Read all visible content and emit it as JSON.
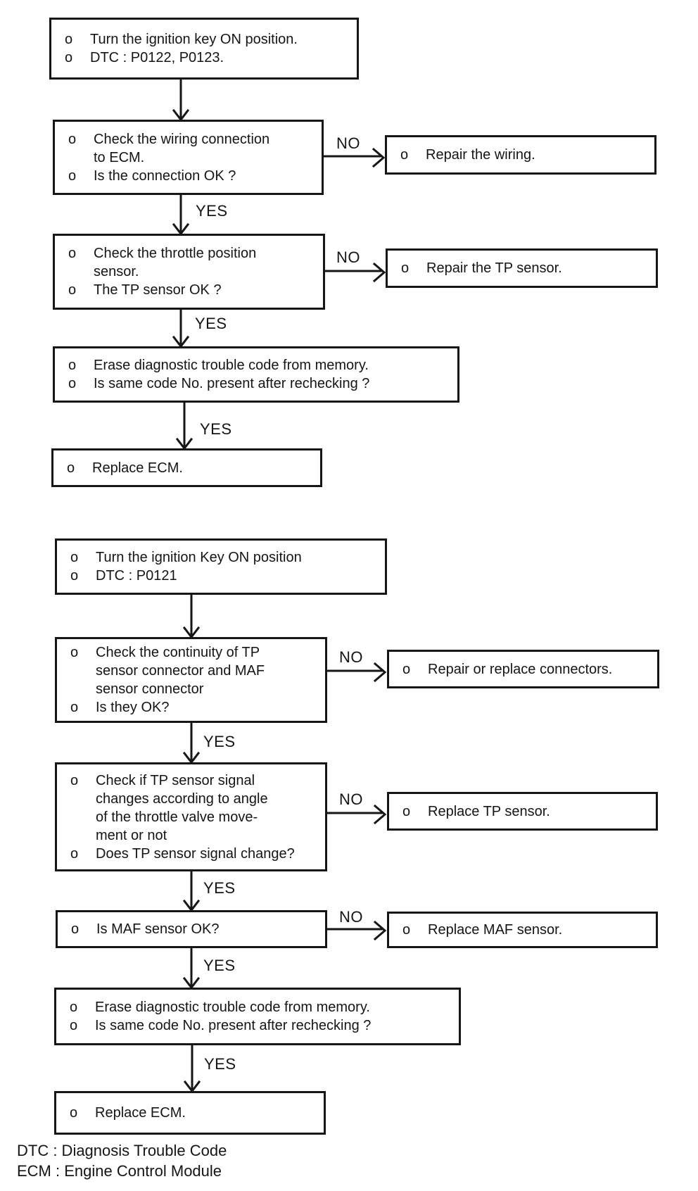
{
  "bullet": "o",
  "labels": {
    "yes": "YES",
    "no": "NO"
  },
  "chart1": {
    "start": {
      "items": [
        {
          "lines": [
            "Turn the ignition key ON position."
          ]
        },
        {
          "lines": [
            "DTC : P0122, P0123."
          ]
        }
      ]
    },
    "check_wiring": {
      "items": [
        {
          "lines": [
            "Check the wiring connection",
            "to ECM."
          ]
        },
        {
          "lines": [
            "Is the connection OK ?"
          ]
        }
      ]
    },
    "repair_wiring": {
      "items": [
        {
          "lines": [
            "Repair the wiring."
          ]
        }
      ]
    },
    "check_tp": {
      "items": [
        {
          "lines": [
            "Check the throttle position",
            "sensor."
          ]
        },
        {
          "lines": [
            "The TP sensor OK ?"
          ]
        }
      ]
    },
    "repair_tp": {
      "items": [
        {
          "lines": [
            "Repair the TP sensor."
          ]
        }
      ]
    },
    "erase": {
      "items": [
        {
          "lines": [
            "Erase diagnostic trouble code from memory."
          ]
        },
        {
          "lines": [
            "Is same code No. present after rechecking ?"
          ]
        }
      ]
    },
    "replace_ecm": {
      "items": [
        {
          "lines": [
            "Replace ECM."
          ]
        }
      ]
    }
  },
  "chart2": {
    "start": {
      "items": [
        {
          "lines": [
            "Turn the ignition Key ON position"
          ]
        },
        {
          "lines": [
            "DTC : P0121"
          ]
        }
      ]
    },
    "continuity": {
      "items": [
        {
          "lines": [
            "Check the continuity of TP",
            "sensor connector and MAF",
            "sensor connector"
          ]
        },
        {
          "lines": [
            "Is they OK?"
          ]
        }
      ]
    },
    "repair_connectors": {
      "items": [
        {
          "lines": [
            "Repair or replace connectors."
          ]
        }
      ]
    },
    "signal": {
      "items": [
        {
          "lines": [
            "Check if TP sensor signal",
            "changes according to angle",
            "of the throttle valve move-",
            "ment or not"
          ]
        },
        {
          "lines": [
            "Does TP sensor signal change?"
          ]
        }
      ]
    },
    "replace_tp": {
      "items": [
        {
          "lines": [
            "Replace TP sensor."
          ]
        }
      ]
    },
    "maf": {
      "items": [
        {
          "lines": [
            "Is MAF sensor OK?"
          ]
        }
      ]
    },
    "replace_maf": {
      "items": [
        {
          "lines": [
            "Replace MAF sensor."
          ]
        }
      ]
    },
    "erase": {
      "items": [
        {
          "lines": [
            "Erase diagnostic trouble code from memory."
          ]
        },
        {
          "lines": [
            "Is same code No. present after rechecking ?"
          ]
        }
      ]
    },
    "replace_ecm": {
      "items": [
        {
          "lines": [
            "Replace ECM."
          ]
        }
      ]
    }
  },
  "footer": {
    "line1": "DTC : Diagnosis Trouble Code",
    "line2": "ECM : Engine Control Module"
  }
}
